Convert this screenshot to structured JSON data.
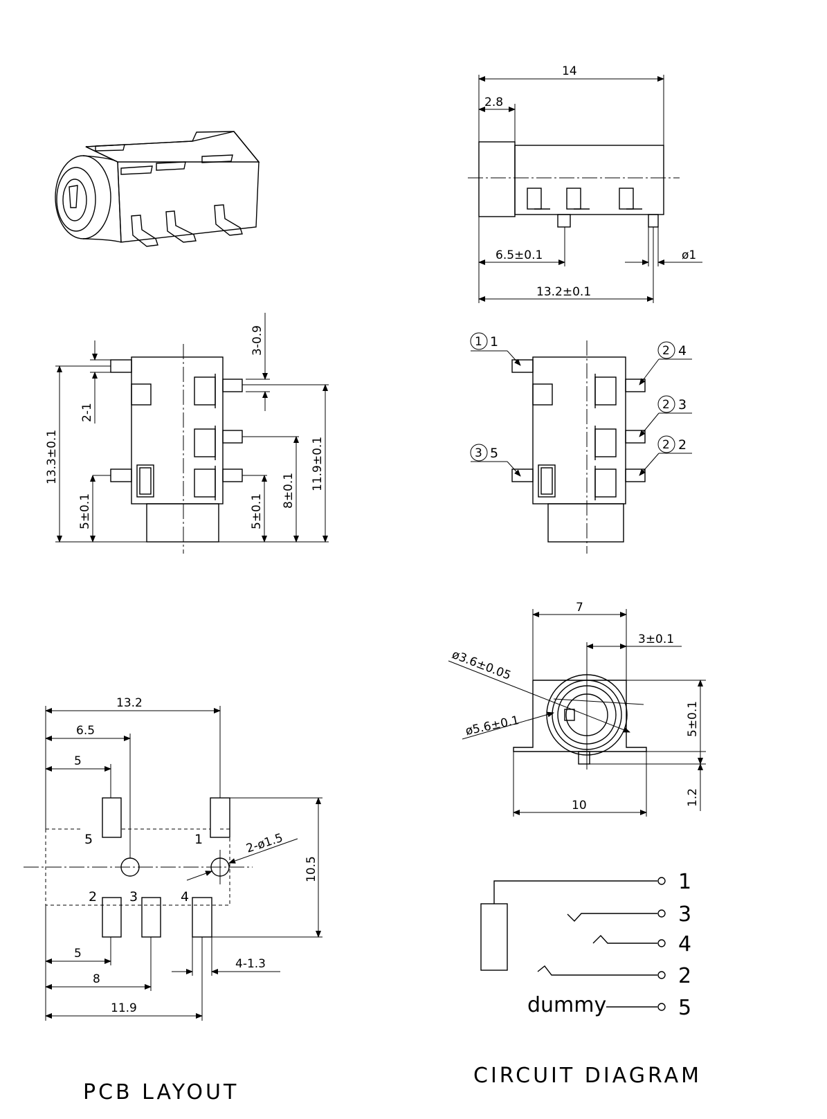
{
  "top_view": {
    "overall_width": "14",
    "front_length": "2.8",
    "pin1_position": "6.5±0.1",
    "pin_diameter": "ø1",
    "pin_span": "13.2±0.1"
  },
  "bottom_view": {
    "tab_width": "3-0.9",
    "tab_height": "2-1",
    "overall_length": "13.3±0.1",
    "left_pin_offset": "5±0.1",
    "right_pin_offset": "5±0.1",
    "middle_pin_offset": "8±0.1",
    "top_pin_offset": "11.9±0.1"
  },
  "pin_view": {
    "labels": [
      {
        "circle": "1",
        "pin": "1"
      },
      {
        "circle": "2",
        "pin": "4"
      },
      {
        "circle": "2",
        "pin": "3"
      },
      {
        "circle": "2",
        "pin": "2"
      },
      {
        "circle": "3",
        "pin": "5"
      }
    ]
  },
  "front_view": {
    "body_width": "7",
    "center_offset": "3±0.1",
    "inner_diameter": "ø3.6±0.05",
    "outer_diameter": "ø5.6±0.1",
    "center_height": "5±0.1",
    "base_width": "10",
    "pin_height": "1.2"
  },
  "pcb_layout": {
    "title": "PCB LAYOUT",
    "overall": "13.2",
    "hole_x": "6.5",
    "pad5_x": "5",
    "pad_height_span": "10.5",
    "holes": "2-ø1.5",
    "bottom_pad2": "5",
    "bottom_pad3": "8",
    "bottom_pad4": "11.9",
    "pad_width": "4-1.3",
    "pad_numbers": [
      "5",
      "1",
      "2",
      "3",
      "4"
    ]
  },
  "circuit": {
    "title": "CIRCUIT DIAGRAM",
    "terminals": [
      "1",
      "3",
      "4",
      "2",
      "5"
    ],
    "dummy_label": "dummy"
  }
}
